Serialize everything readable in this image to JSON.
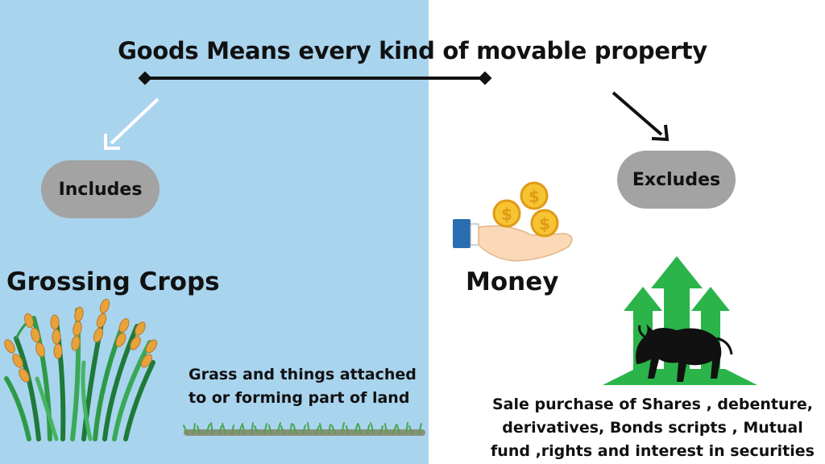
{
  "title": "Goods Means every kind of movable property",
  "includes": {
    "label": "Includes",
    "heading": "Grossing Crops",
    "grass_text": "Grass and things attached to or  forming part of land"
  },
  "excludes": {
    "label": "Excludes",
    "heading": "Money",
    "securities_text": "Sale purchase of Shares , debenture, derivatives, Bonds scripts , Mutual fund ,rights and interest in securities"
  },
  "colors": {
    "left_background": "#a9d4ee",
    "pill": "#a3a3a3",
    "arrow_green": "#2bb44a",
    "coin_gold": "#f6c332"
  },
  "icons": [
    "crops-icon",
    "grass-icon",
    "money-hand-icon",
    "bull-market-icon"
  ]
}
